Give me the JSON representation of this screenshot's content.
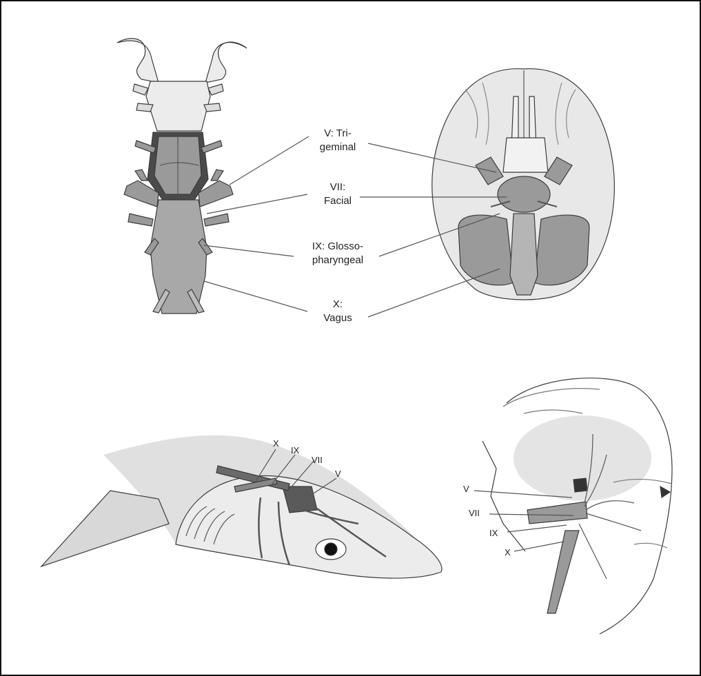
{
  "center_labels": {
    "trigeminal_line1": "V: Tri-",
    "trigeminal_line2": "geminal",
    "facial_line1": "VII:",
    "facial_line2": "Facial",
    "glosso_line1": "IX: Glosso-",
    "glosso_line2": "pharyngeal",
    "vagus_line1": "X:",
    "vagus_line2": "Vagus"
  },
  "shark_labels": {
    "x": "X",
    "ix": "IX",
    "vii": "VII",
    "v": "V"
  },
  "human_labels": {
    "v": "V",
    "vii": "VII",
    "ix": "IX",
    "x": "X"
  },
  "colors": {
    "outline": "#3a3a3a",
    "light_fill": "#e6e6e6",
    "mid_fill": "#9a9a9a",
    "dark_fill": "#4a4a4a",
    "line": "#555555"
  }
}
